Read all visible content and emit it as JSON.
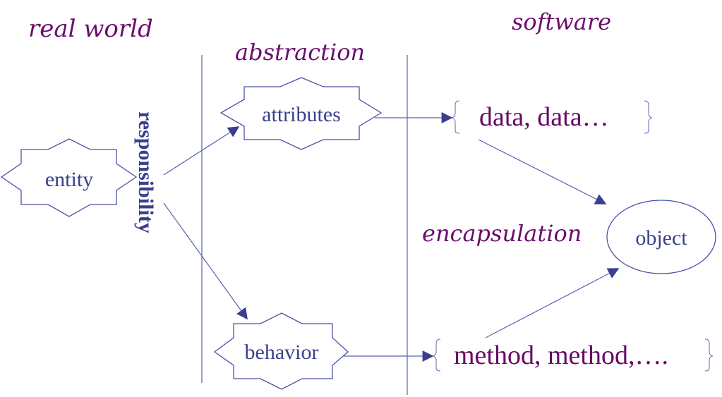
{
  "headings": {
    "real_world": "real world",
    "abstraction": "abstraction",
    "software": "software",
    "encapsulation": "encapsulation"
  },
  "vertical_label": "responsibility",
  "nodes": {
    "entity": "entity",
    "attributes": "attributes",
    "behavior": "behavior",
    "object": "object"
  },
  "software_items": {
    "data": "data, data…",
    "methods": "method, method,…."
  },
  "colors": {
    "heading": "#6b0d6e",
    "node_text": "#3a3f8c",
    "lines": "#5a62b0",
    "software_text": "#680a66"
  }
}
